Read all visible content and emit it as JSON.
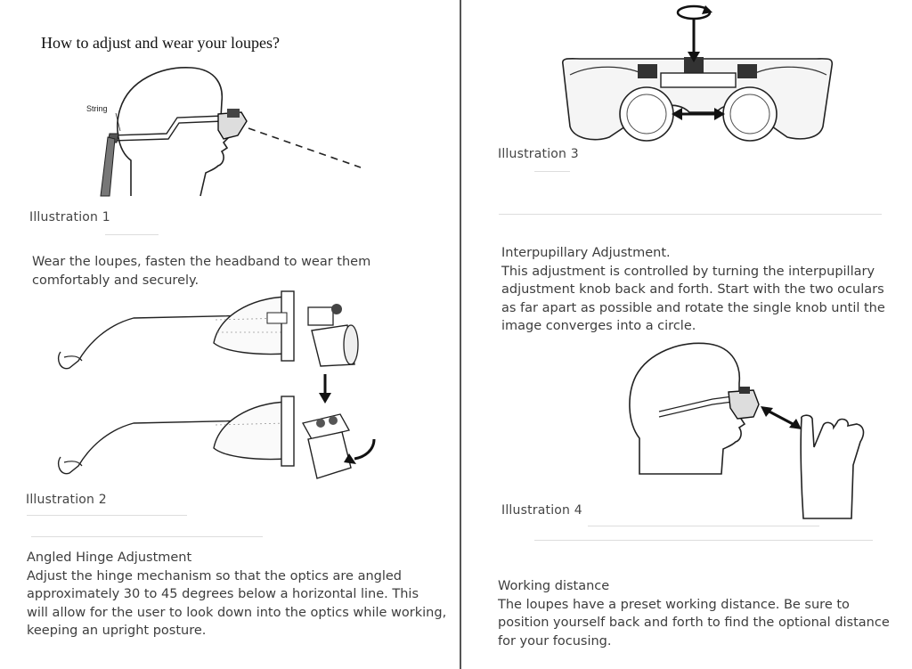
{
  "title": "How to adjust and wear your loupes?",
  "illustration1": {
    "caption": "Illustration 1",
    "string_label": "String"
  },
  "wear_text": {
    "lines": [
      "Wear the loupes, fasten the headband to wear them",
      "comfortably and securely."
    ]
  },
  "illustration2": {
    "caption": "Illustration 2"
  },
  "hinge": {
    "heading": "Angled Hinge Adjustment",
    "lines": [
      "Adjust the hinge mechanism so that the optics are angled",
      "approximately 30 to 45 degrees below  a horizontal line. This",
      "will allow for the user to look down into the optics while working,",
      "keeping an upright posture."
    ]
  },
  "illustration3": {
    "caption": "Illustration 3"
  },
  "interpupillary": {
    "heading": "Interpupillary Adjustment.",
    "lines": [
      "This adjustment is controlled by turning the interpupillary",
      "adjustment knob back and forth. Start with the two oculars",
      "as far apart as possible and rotate the single knob until the",
      "image converges into a circle."
    ]
  },
  "illustration4": {
    "caption": "Illustration 4"
  },
  "working": {
    "heading": "Working distance",
    "lines": [
      "The loupes have a preset working distance. Be sure to",
      "position yourself back and forth to find the optional distance",
      "for your focusing."
    ]
  }
}
